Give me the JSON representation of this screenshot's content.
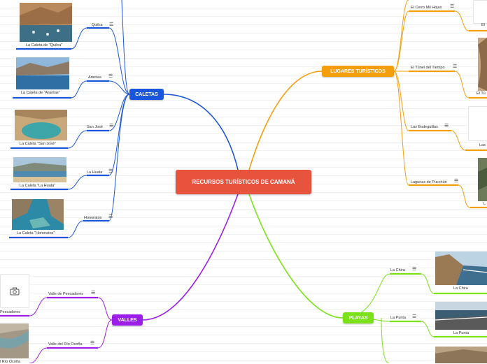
{
  "center": {
    "title": "RECURSOS TURÍSTICOS DE CAMANÁ"
  },
  "colors": {
    "center": "#e8533d",
    "caletas": "#1a56db",
    "lugares": "#f59e0b",
    "valles": "#9b1fe8",
    "playas": "#7be21a"
  },
  "branches": {
    "caletas": {
      "label": "CALETAS",
      "items": [
        {
          "label": "Quilca",
          "caption": "La Caleta de \"Quilca\""
        },
        {
          "label": "Arantas",
          "caption": "La Caleta de \"Arantas\""
        },
        {
          "label": "San José",
          "caption": "La Caleta \"San José\""
        },
        {
          "label": "La Huata",
          "caption": "La Caleta \"La Huata\""
        },
        {
          "label": "Honoratos",
          "caption": "La Caleta \"Honoratos\""
        }
      ]
    },
    "lugares": {
      "label": "LUGARES TURÍSTICOS",
      "items": [
        {
          "label": "El Cerro Mil Hojas",
          "caption": "El"
        },
        {
          "label": "El Túnel del Tiempo",
          "caption": "El Tú"
        },
        {
          "label": "Las Bodeguillas",
          "caption": "Las"
        },
        {
          "label": "Lagunas de Pucchún",
          "caption": "L"
        }
      ]
    },
    "valles": {
      "label": "VALLES",
      "items": [
        {
          "label": "Valle de Pescadores",
          "caption": "Pescadores"
        },
        {
          "label": "Valle del Río Ocoña",
          "caption": "l Río Ocoña"
        }
      ]
    },
    "playas": {
      "label": "PLAYAS",
      "items": [
        {
          "label": "La Chira",
          "caption": "La Chira"
        },
        {
          "label": "La Punta",
          "caption": "La Punta"
        }
      ]
    }
  }
}
